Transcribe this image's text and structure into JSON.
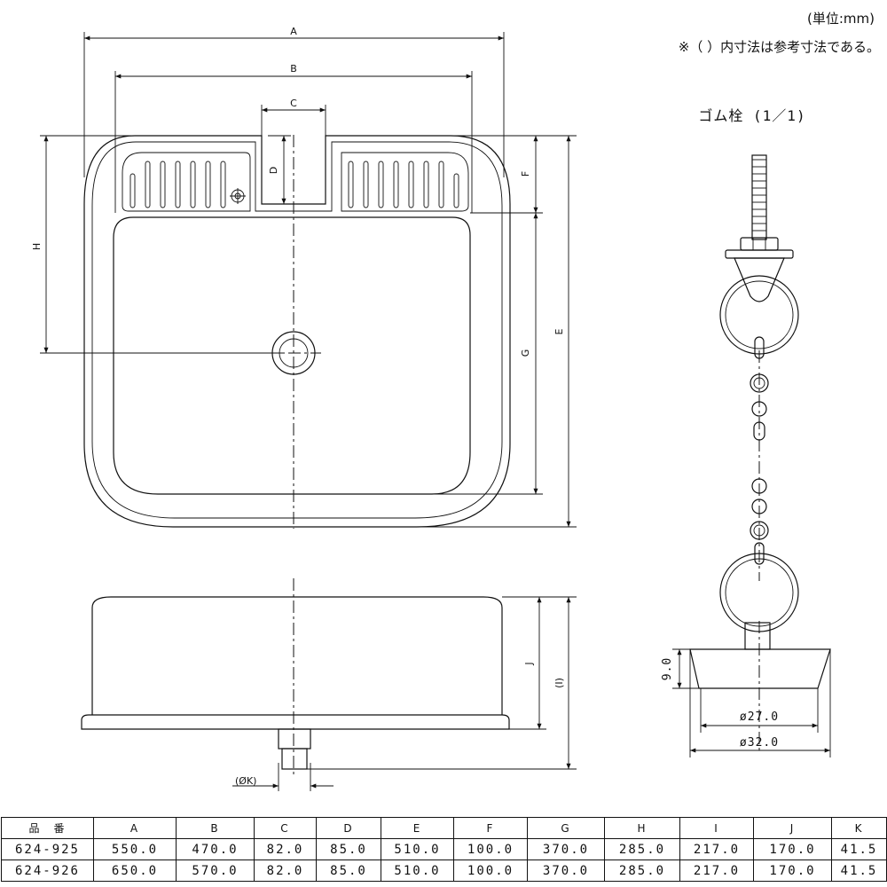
{
  "header": {
    "unit_note": "(単位:mm)",
    "reference_note": "※（ ）内寸法は参考寸法である。"
  },
  "dimension_labels": {
    "A": "A",
    "B": "B",
    "C": "C",
    "D": "D",
    "E": "E",
    "F": "F",
    "G": "G",
    "H": "H",
    "I": "(I)",
    "J": "J",
    "K": "(ØK)"
  },
  "stopper": {
    "title": "ゴム栓 (1／1)",
    "height_label": "9.0",
    "inner_diameter": "ø27.0",
    "outer_diameter": "ø32.0"
  },
  "spec_table": {
    "headers": [
      "品　番",
      "A",
      "B",
      "C",
      "D",
      "E",
      "F",
      "G",
      "H",
      "I",
      "J",
      "K"
    ],
    "rows": [
      [
        "624-925",
        "550.0",
        "470.0",
        "82.0",
        "85.0",
        "510.0",
        "100.0",
        "370.0",
        "285.0",
        "217.0",
        "170.0",
        "41.5"
      ],
      [
        "624-926",
        "650.0",
        "570.0",
        "82.0",
        "85.0",
        "510.0",
        "100.0",
        "370.0",
        "285.0",
        "217.0",
        "170.0",
        "41.5"
      ]
    ]
  }
}
